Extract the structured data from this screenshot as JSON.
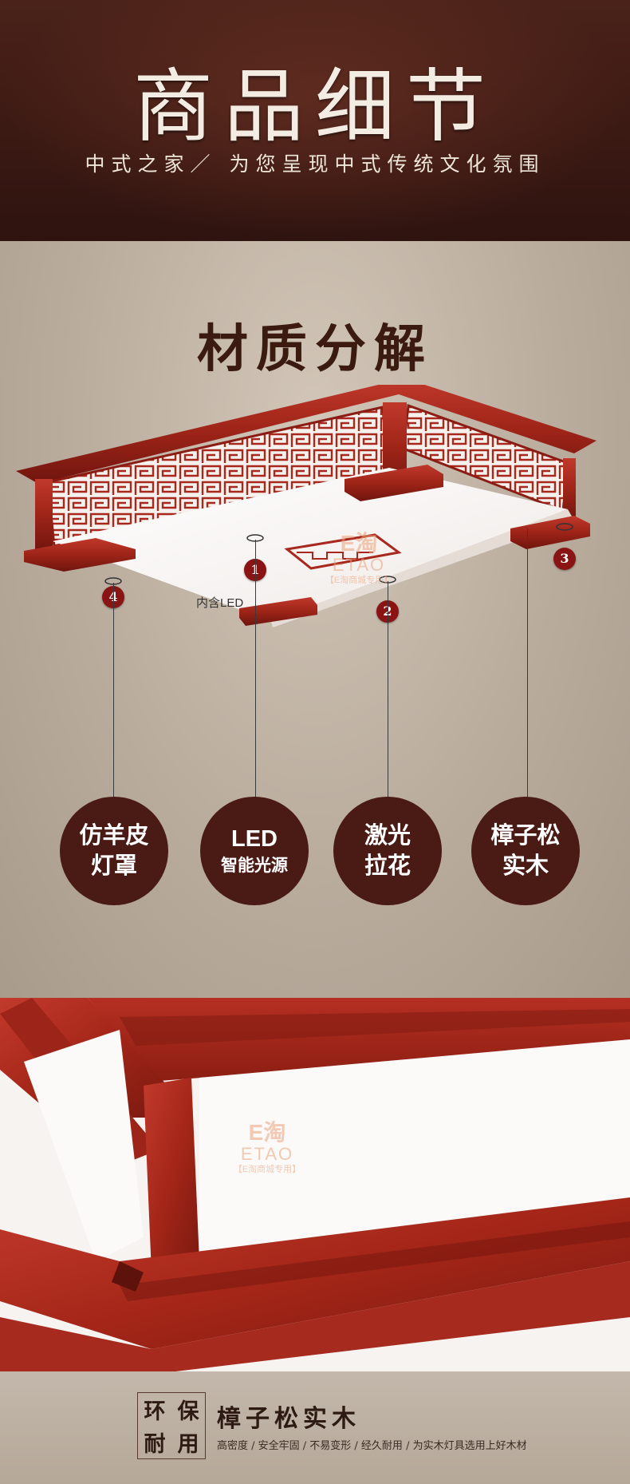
{
  "header": {
    "title": "商品细节",
    "subtitle": "中式之家／ 为您呈现中式传统文化氛围"
  },
  "material": {
    "title": "材质分解",
    "led_note": "内含LED",
    "callouts": [
      "1",
      "2",
      "3",
      "4"
    ],
    "circles": [
      {
        "line1": "仿羊皮",
        "line2": "灯罩"
      },
      {
        "line1": "LED",
        "line2": "智能光源"
      },
      {
        "line1": "激光",
        "line2": "拉花"
      },
      {
        "line1": "樟子松",
        "line2": "实木"
      }
    ]
  },
  "watermark": {
    "logo": "E淘",
    "name": "ETAO",
    "tag": "【E淘商城专用】"
  },
  "footer": {
    "stamp": [
      "环",
      "保",
      "耐",
      "用"
    ],
    "title": "樟子松实木",
    "description": "高密度 / 安全牢固 / 不易变形 / 经久耐用 / 为实木灯具选用上好木材"
  },
  "colors": {
    "header_bg": "#3a1913",
    "wood_red": "#a8281e",
    "circle_bg": "#4a1a14",
    "callout_red": "#8a1414"
  }
}
